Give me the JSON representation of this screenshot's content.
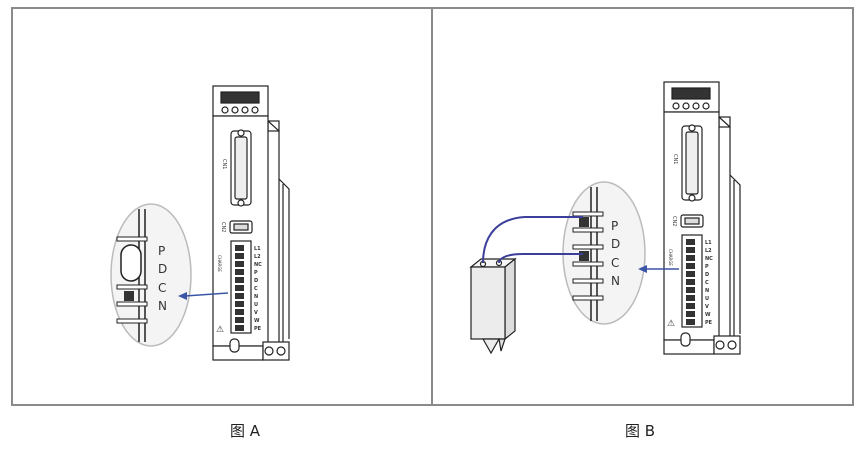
{
  "figures": [
    {
      "id": "A",
      "caption": "图 A",
      "terminal_labels": [
        "P",
        "D",
        "C",
        "N"
      ],
      "panel_labels": [
        "L1",
        "L2",
        "NC",
        "P",
        "D",
        "C",
        "N",
        "U",
        "V",
        "W",
        "PE"
      ],
      "connector_labels": [
        "CN1",
        "CN2"
      ],
      "charge_label": "CHARGE"
    },
    {
      "id": "B",
      "caption": "图 B",
      "terminal_labels": [
        "P",
        "D",
        "C",
        "N"
      ],
      "panel_labels": [
        "L1",
        "L2",
        "NC",
        "P",
        "D",
        "C",
        "N",
        "U",
        "V",
        "W",
        "PE"
      ],
      "connector_labels": [
        "CN1",
        "CN2"
      ],
      "charge_label": "CHARGE"
    }
  ],
  "colors": {
    "wire": "#3b3f9a",
    "arrow": "#3b55a6",
    "frame": "#8a8a8a",
    "line": "#222222"
  }
}
